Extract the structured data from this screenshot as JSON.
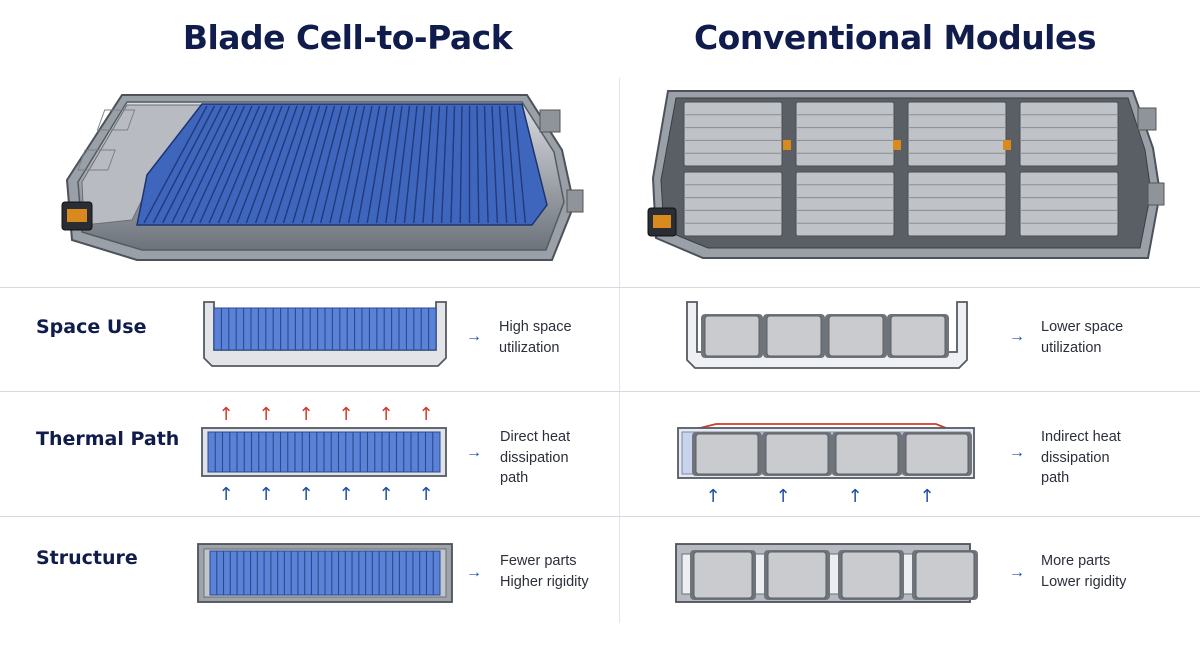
{
  "titles": {
    "left": "Blade Cell-to-Pack",
    "right": "Conventional Modules"
  },
  "rows": [
    {
      "label": "Space Use",
      "left_note": "High space\nutilization",
      "right_note": "Lower space\nutilization"
    },
    {
      "label": "Thermal Path",
      "left_note": "Direct heat\ndissipation\npath",
      "right_note": "Indirect heat\ndissipation\npath"
    },
    {
      "label": "Structure",
      "left_note": "Fewer parts\nHigher rigidity",
      "right_note": "More parts\nLower rigidity"
    }
  ],
  "colors": {
    "title": "#101c4c",
    "blade_cell": "#4a73c9",
    "module_cell": "#c9cbcf",
    "pack_frame": "#8a8f97",
    "heat_arrow": "#d13a2a",
    "cool_arrow": "#1f4fa0"
  },
  "icons": {
    "note_arrow": "right-arrow-icon",
    "heat_arrow": "up-arrow-icon"
  }
}
